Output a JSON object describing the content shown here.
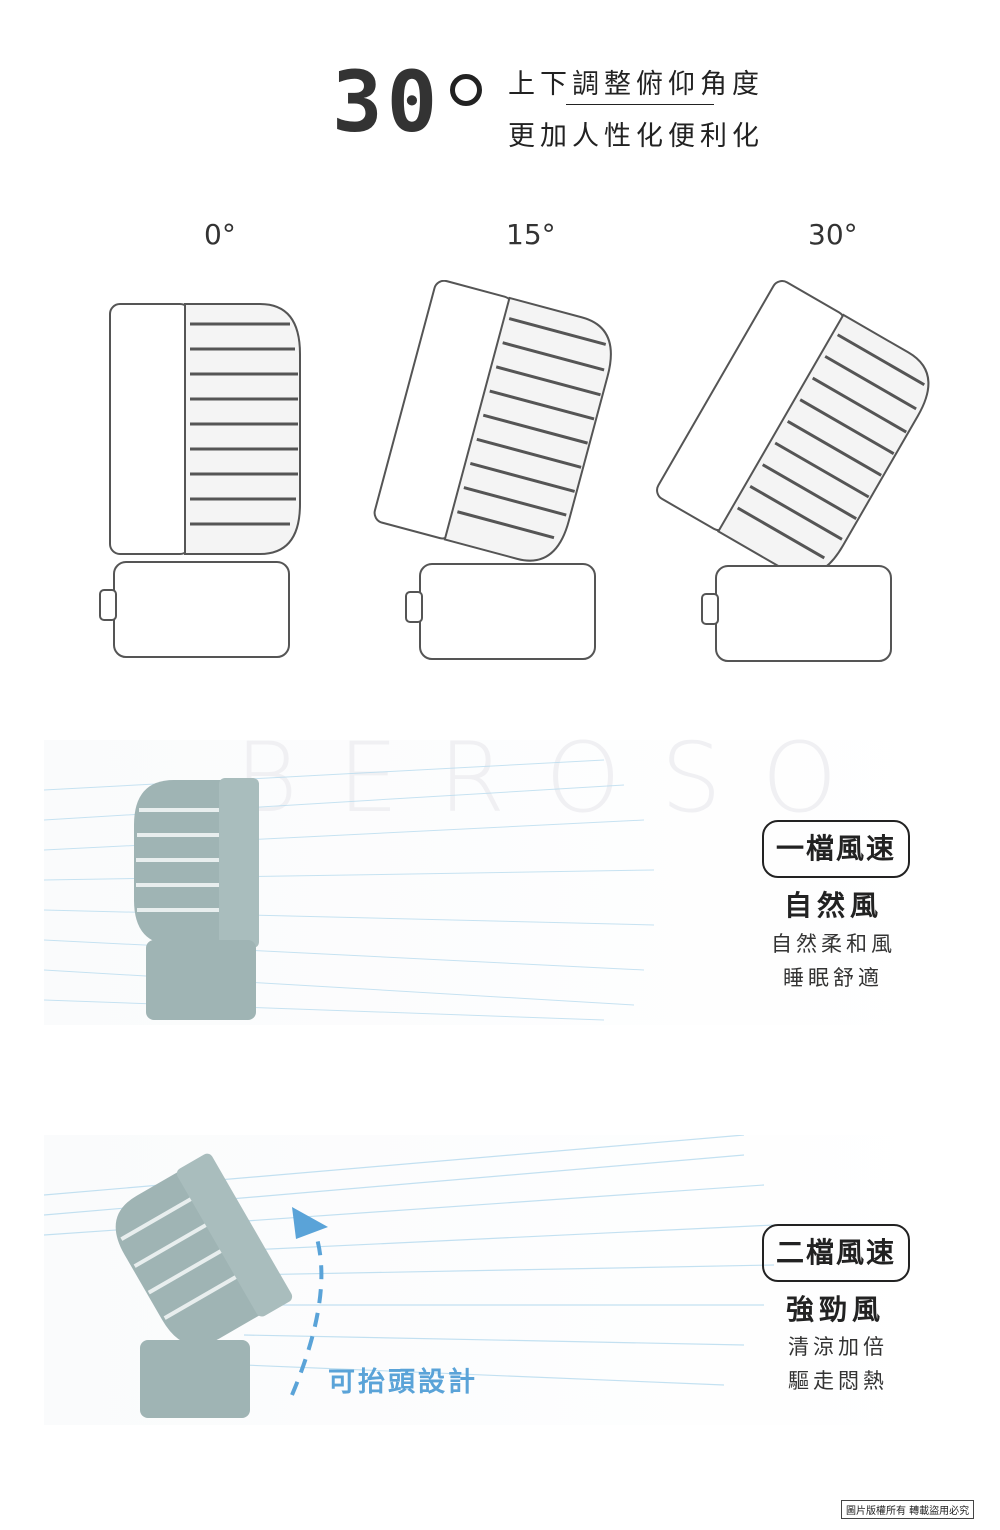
{
  "header": {
    "big_number": "30",
    "line1": "上下調整俯仰角度",
    "line2": "更加人性化便利化"
  },
  "angles": [
    "0°",
    "15°",
    "30°"
  ],
  "watermark": "BEROSO",
  "speed1": {
    "badge": "一檔風速",
    "title": "自然風",
    "desc1": "自然柔和風",
    "desc2": "睡眠舒適"
  },
  "speed2": {
    "badge": "二檔風速",
    "title": "強勁風",
    "desc1": "清涼加倍",
    "desc2": "驅走悶熱",
    "lift_label": "可抬頭設計"
  },
  "copyright": "圖片版權所有  轉載盜用必究",
  "colors": {
    "fan_body": "#9fb4b4",
    "airflow": "#b9dcef",
    "accent": "#5aa3d8"
  }
}
